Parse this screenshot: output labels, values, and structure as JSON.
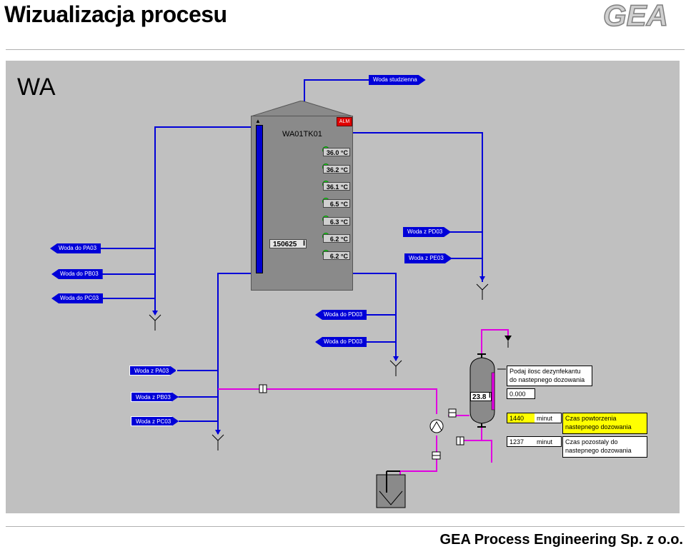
{
  "header": {
    "title": "Wizualizacja procesu",
    "logo_text": "GEA"
  },
  "footer": {
    "company": "GEA Process Engineering Sp. z o.o."
  },
  "area": {
    "title": "WA"
  },
  "tank": {
    "id": "WA01TK01",
    "counter": "150625",
    "counter_mark": "I",
    "alarm": "ALM",
    "temperatures": [
      "36.0 °C",
      "36.2 °C",
      "36.1 °C",
      "6.5 °C",
      "6.3 °C",
      "6.2 °C",
      "6.2 °C"
    ]
  },
  "tags": {
    "woda_studzienna": "Woda studzienna",
    "woda_do_pa03": "Woda do PA03",
    "woda_do_pb03": "Woda do PB03",
    "woda_do_pc03": "Woda do PC03",
    "woda_z_pd03": "Woda z PD03",
    "woda_z_pe03": "Woda z PE03",
    "woda_do_pd03": "Woda do PD03",
    "woda_do_pd03_b": "Woda do PD03",
    "woda_z_pa03": "Woda z PA03",
    "woda_z_pb03": "Woda z PB03",
    "woda_z_pc03": "Woda z PC03"
  },
  "dosing": {
    "vessel_value": "23.8",
    "vessel_mark": "I",
    "prompt_line1": "Podaj ilosc dezynfekantu",
    "prompt_line2": "do nastepnego dozowania",
    "dose_value": "0.000",
    "repeat_value": "1440",
    "repeat_unit": "minut",
    "repeat_label1": "Czas powtorzenia",
    "repeat_label2": "nastepnego dozowania",
    "remaining_value": "1237",
    "remaining_unit": "minut",
    "remaining_label1": "Czas pozostaly do",
    "remaining_label2": "nastepnego dozowania"
  },
  "colors": {
    "water_line": "#0000d8",
    "disinfectant_line": "#e000e0",
    "canvas": "#c0c0c0",
    "tag": "#0000d8",
    "highlight": "#ffff00"
  }
}
